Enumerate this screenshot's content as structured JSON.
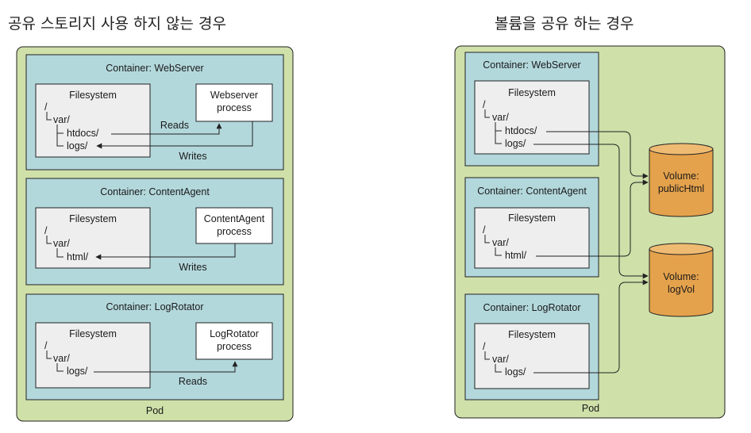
{
  "titles": {
    "left": "공유 스토리지 사용 하지 않는 경우",
    "right": "볼륨을 공유 하는 경우"
  },
  "left": {
    "pod_label": "Pod",
    "webserver": {
      "container": "Container: WebServer",
      "fs_title": "Filesystem",
      "root": "/",
      "var": "var/",
      "htdocs": "htdocs/",
      "logs": "logs/",
      "process": [
        "Webserver",
        "process"
      ],
      "reads": "Reads",
      "writes": "Writes"
    },
    "contentagent": {
      "container": "Container: ContentAgent",
      "fs_title": "Filesystem",
      "root": "/",
      "var": "var/",
      "html": "html/",
      "process": [
        "ContentAgent",
        "process"
      ],
      "writes": "Writes"
    },
    "logrotator": {
      "container": "Container: LogRotator",
      "fs_title": "Filesystem",
      "root": "/",
      "var": "var/",
      "logs": "logs/",
      "process": [
        "LogRotator",
        "process"
      ],
      "reads": "Reads"
    }
  },
  "right": {
    "pod_label": "Pod",
    "webserver": {
      "container": "Container: WebServer",
      "fs_title": "Filesystem",
      "root": "/",
      "var": "var/",
      "htdocs": "htdocs/",
      "logs": "logs/"
    },
    "contentagent": {
      "container": "Container: ContentAgent",
      "fs_title": "Filesystem",
      "root": "/",
      "var": "var/",
      "html": "html/"
    },
    "logrotator": {
      "container": "Container: LogRotator",
      "fs_title": "Filesystem",
      "root": "/",
      "var": "var/",
      "logs": "logs/"
    },
    "volumes": {
      "public": [
        "Volume:",
        "publicHtml"
      ],
      "log": [
        "Volume:",
        "logVol"
      ]
    }
  }
}
